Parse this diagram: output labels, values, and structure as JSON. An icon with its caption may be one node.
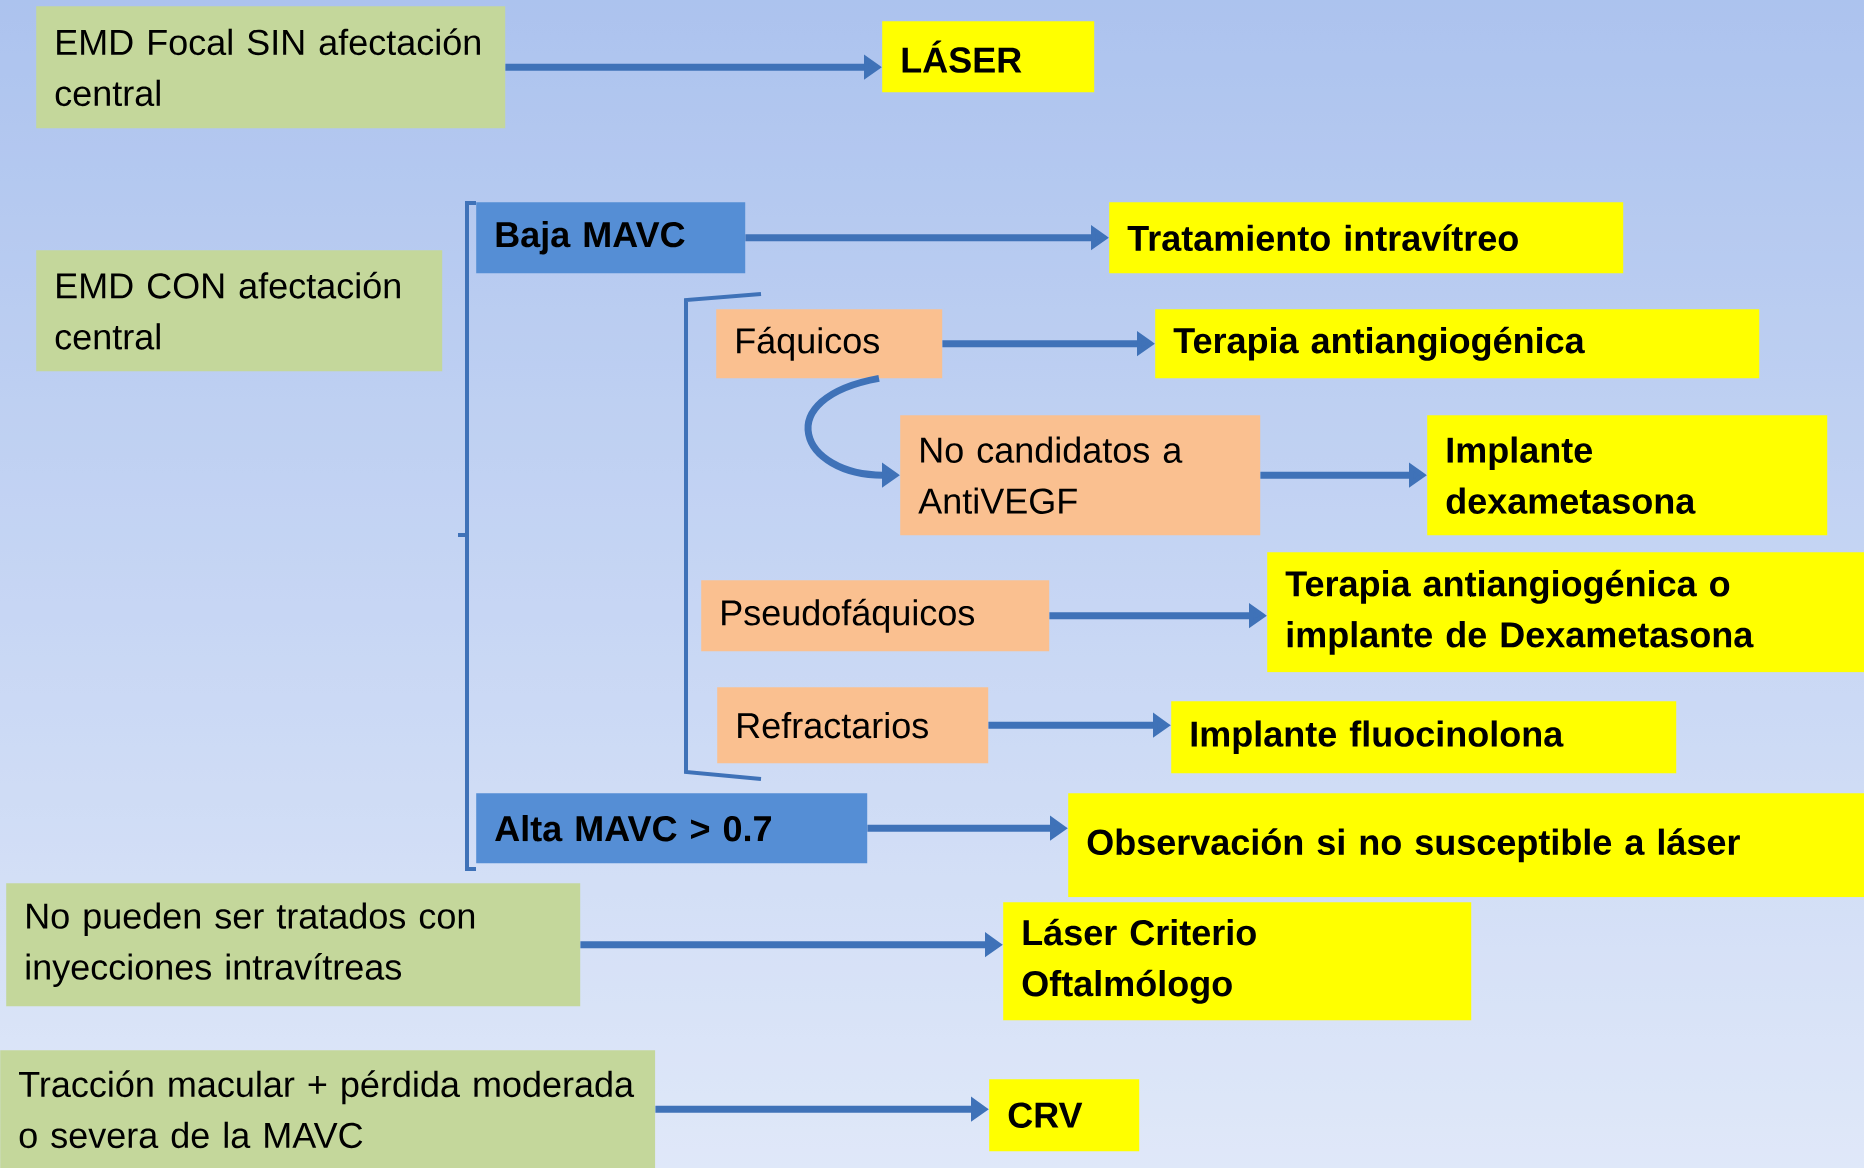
{
  "diagram": {
    "nodes": [
      {
        "text": [
          "EMD Focal SIN afectación central"
        ]
      },
      {
        "text": [
          "LÁSER"
        ]
      },
      {
        "text": [
          "EMD CON afectación central"
        ]
      },
      {
        "text": [
          "Baja MAVC"
        ]
      },
      {
        "text": [
          "Tratamiento intravítreo"
        ]
      },
      {
        "text": [
          "Fáquicos"
        ]
      },
      {
        "text": [
          "Terapia antiangiogénica"
        ]
      },
      {
        "text": [
          "No candidatos a AntiVEGF"
        ]
      },
      {
        "text": [
          "Implante dexametasona"
        ]
      },
      {
        "text": [
          "Pseudofáquicos"
        ]
      },
      {
        "text": [
          "Terapia antiangiogénica o implante de Dexametasona"
        ]
      },
      {
        "text": [
          "Refractarios"
        ]
      },
      {
        "text": [
          "Implante fluocinolona"
        ]
      },
      {
        "text": [
          "Alta MAVC > 0.7"
        ]
      },
      {
        "text": [
          "Observación si no susceptible a láser"
        ]
      },
      {
        "text": [
          "No pueden ser tratados con inyecciones intravítreas"
        ]
      },
      {
        "text": [
          "Láser Criterio Oftalmólogo"
        ]
      },
      {
        "text": [
          "Tracción macular + pérdida moderada o severa de la MAVC"
        ]
      },
      {
        "text": [
          "CRV"
        ]
      }
    ],
    "edges": [
      {
        "from": 0,
        "to": 1,
        "arrow": "to"
      },
      {
        "from": 3,
        "to": 4,
        "arrow": "to"
      },
      {
        "from": 5,
        "to": 6,
        "arrow": "to"
      },
      {
        "from": 5,
        "to": 7,
        "arrow": "to"
      },
      {
        "from": 7,
        "to": 8,
        "arrow": "to"
      },
      {
        "from": 9,
        "to": 10,
        "arrow": "to"
      },
      {
        "from": 11,
        "to": 12,
        "arrow": "to"
      },
      {
        "from": 13,
        "to": 14,
        "arrow": "to"
      },
      {
        "from": 15,
        "to": 16,
        "arrow": "to"
      },
      {
        "from": 17,
        "to": 18,
        "arrow": "to"
      }
    ]
  }
}
